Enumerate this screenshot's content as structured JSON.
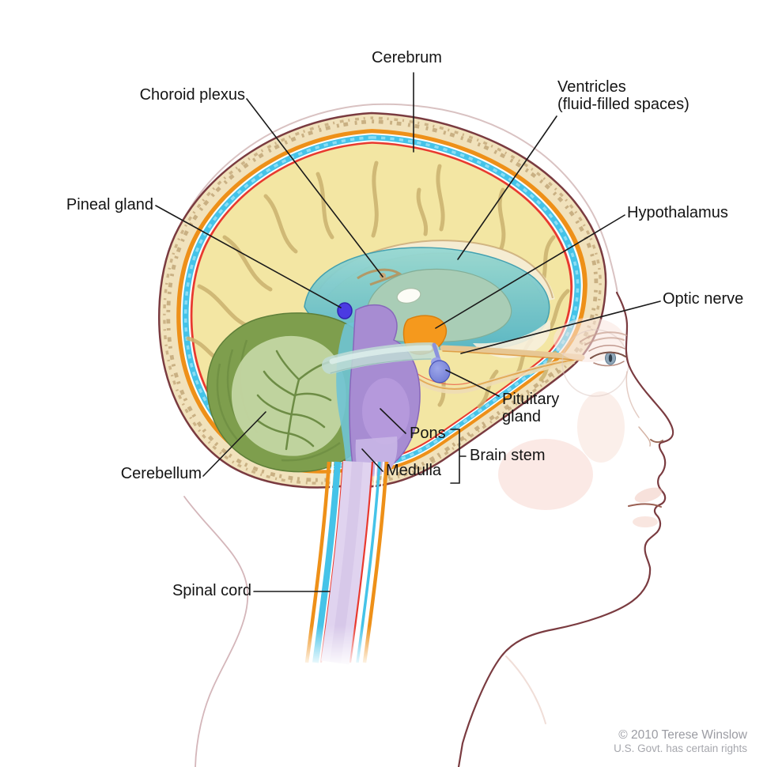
{
  "labels": {
    "cerebrum": "Cerebrum",
    "choroid_plexus": "Choroid plexus",
    "ventricles": "Ventricles\n(fluid-filled spaces)",
    "pineal_gland": "Pineal gland",
    "hypothalamus": "Hypothalamus",
    "optic_nerve": "Optic nerve",
    "pituitary_gland": "Pituitary\ngland",
    "cerebellum": "Cerebellum",
    "pons": "Pons",
    "medulla": "Medulla",
    "brain_stem": "Brain stem",
    "spinal_cord": "Spinal cord"
  },
  "credit": {
    "line1": "© 2010 Terese Winslow",
    "line2": "U.S. Govt. has certain rights"
  },
  "colors": {
    "outline_maroon": "#7A3B40",
    "skull_bone": "#F1E2BC",
    "dura_orange": "#EE9018",
    "csf_cyan": "#45C3E8",
    "pia_red": "#E8392F",
    "brain_cream": "#F3E6A3",
    "sulci_tan": "#CBB26F",
    "ventricle_teal": "#6FC0CA",
    "thalamus_green": "#A9CDB6",
    "cerebellum_outer": "#7E9E4D",
    "cerebellum_inner": "#C3D6A2",
    "brainstem_purple": "#A78CD2",
    "medulla_lavender": "#C9B6E6",
    "spinal_lavender": "#E0D3EF",
    "pineal_blue": "#4B3BE2",
    "pituitary_blue": "#7B86DC",
    "hypothalamus_orange": "#F5991D",
    "optic_nerve_tan": "#E7C793",
    "label_text": "#141414",
    "credit_gray": "#9B9CA3"
  }
}
